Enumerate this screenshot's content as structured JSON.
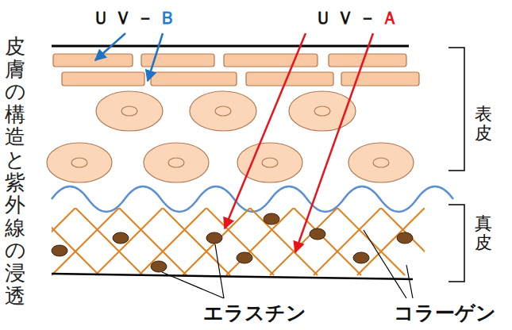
{
  "diagram": {
    "labels": [
      "皮膚の構造と紫外線の浸透",
      "ＵＶ－Ｂ",
      "ＵＶ－Ａ",
      "表皮",
      "真皮",
      "エラスチン",
      "コラーゲン"
    ]
  }
}
